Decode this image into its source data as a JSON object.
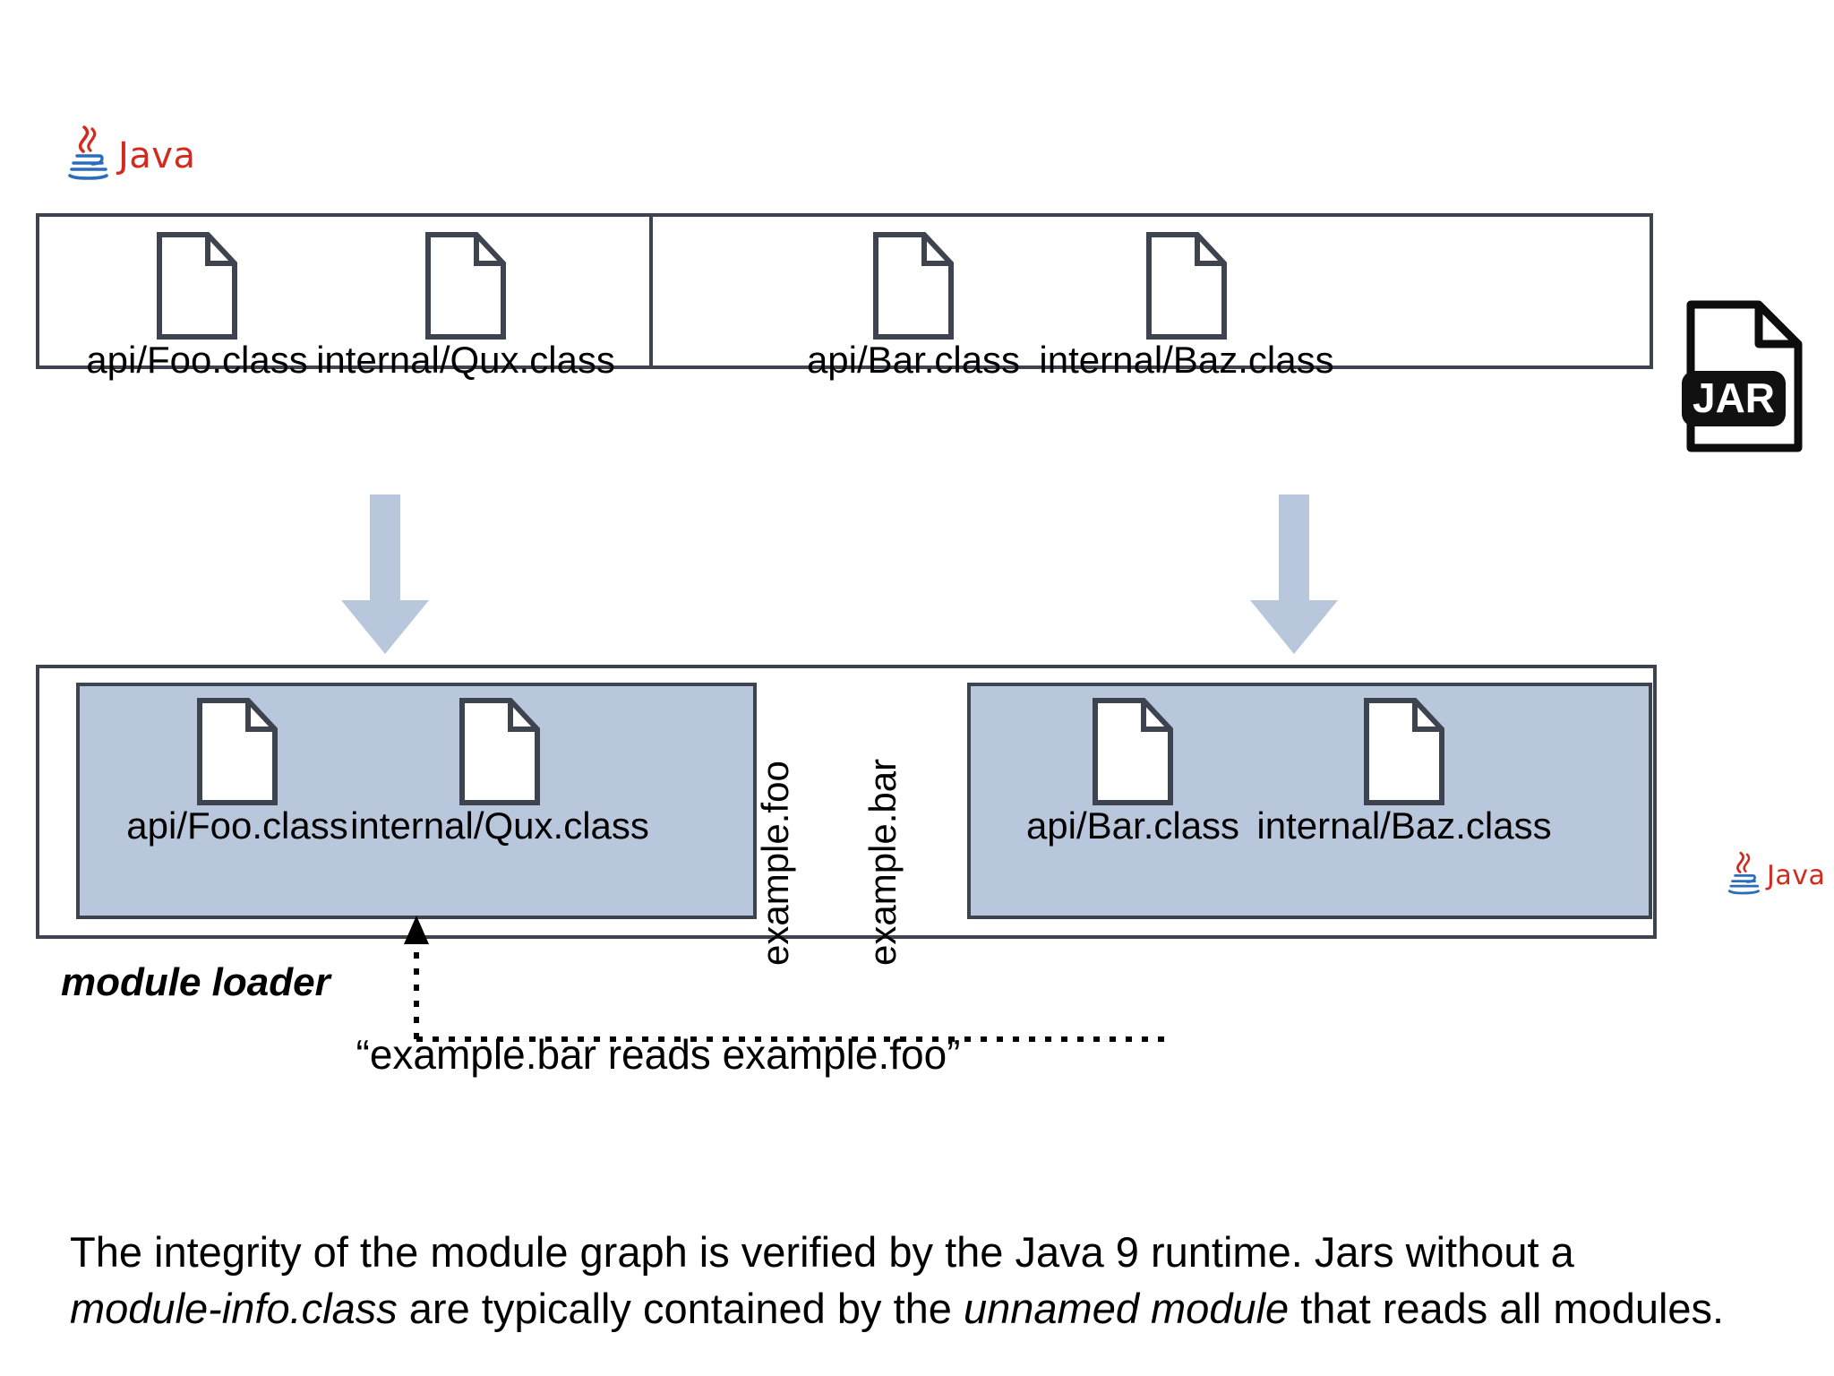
{
  "brand": {
    "java_wordmark": "Java",
    "logo_red": "#d32a1e",
    "logo_blue": "#2a6ebb"
  },
  "colors": {
    "outline": "#3e4350",
    "module_fill": "#b9c7dc",
    "arrow_fill": "#b9c7dc",
    "text": "#000000"
  },
  "jar": {
    "badge_label": "JAR",
    "icon_name": "jar-file-icon"
  },
  "jar_panel": {
    "left_jar": {
      "classes": [
        {
          "label": "api/Foo.class"
        },
        {
          "label": "internal/Qux.class"
        }
      ]
    },
    "right_jar": {
      "classes": [
        {
          "label": "api/Bar.class"
        },
        {
          "label": "internal/Baz.class"
        }
      ]
    }
  },
  "module_panel": {
    "loader_label": "module loader",
    "modules": [
      {
        "name": "example.foo",
        "classes": [
          {
            "label": "api/Foo.class"
          },
          {
            "label": "internal/Qux.class"
          }
        ]
      },
      {
        "name": "example.bar",
        "classes": [
          {
            "label": "api/Bar.class"
          },
          {
            "label": "internal/Baz.class"
          }
        ]
      }
    ]
  },
  "relation": {
    "label": "“example.bar reads example.foo”",
    "from": "example.bar",
    "to": "example.foo"
  },
  "caption": {
    "line1_a": "The integrity of the module graph is verified by the Java 9 runtime. Jars without a",
    "line2_a": "",
    "line2_italic1": "module-info.class",
    "line2_b": " are typically contained by the ",
    "line2_italic2": "unnamed module",
    "line2_c": " that reads all modules."
  }
}
